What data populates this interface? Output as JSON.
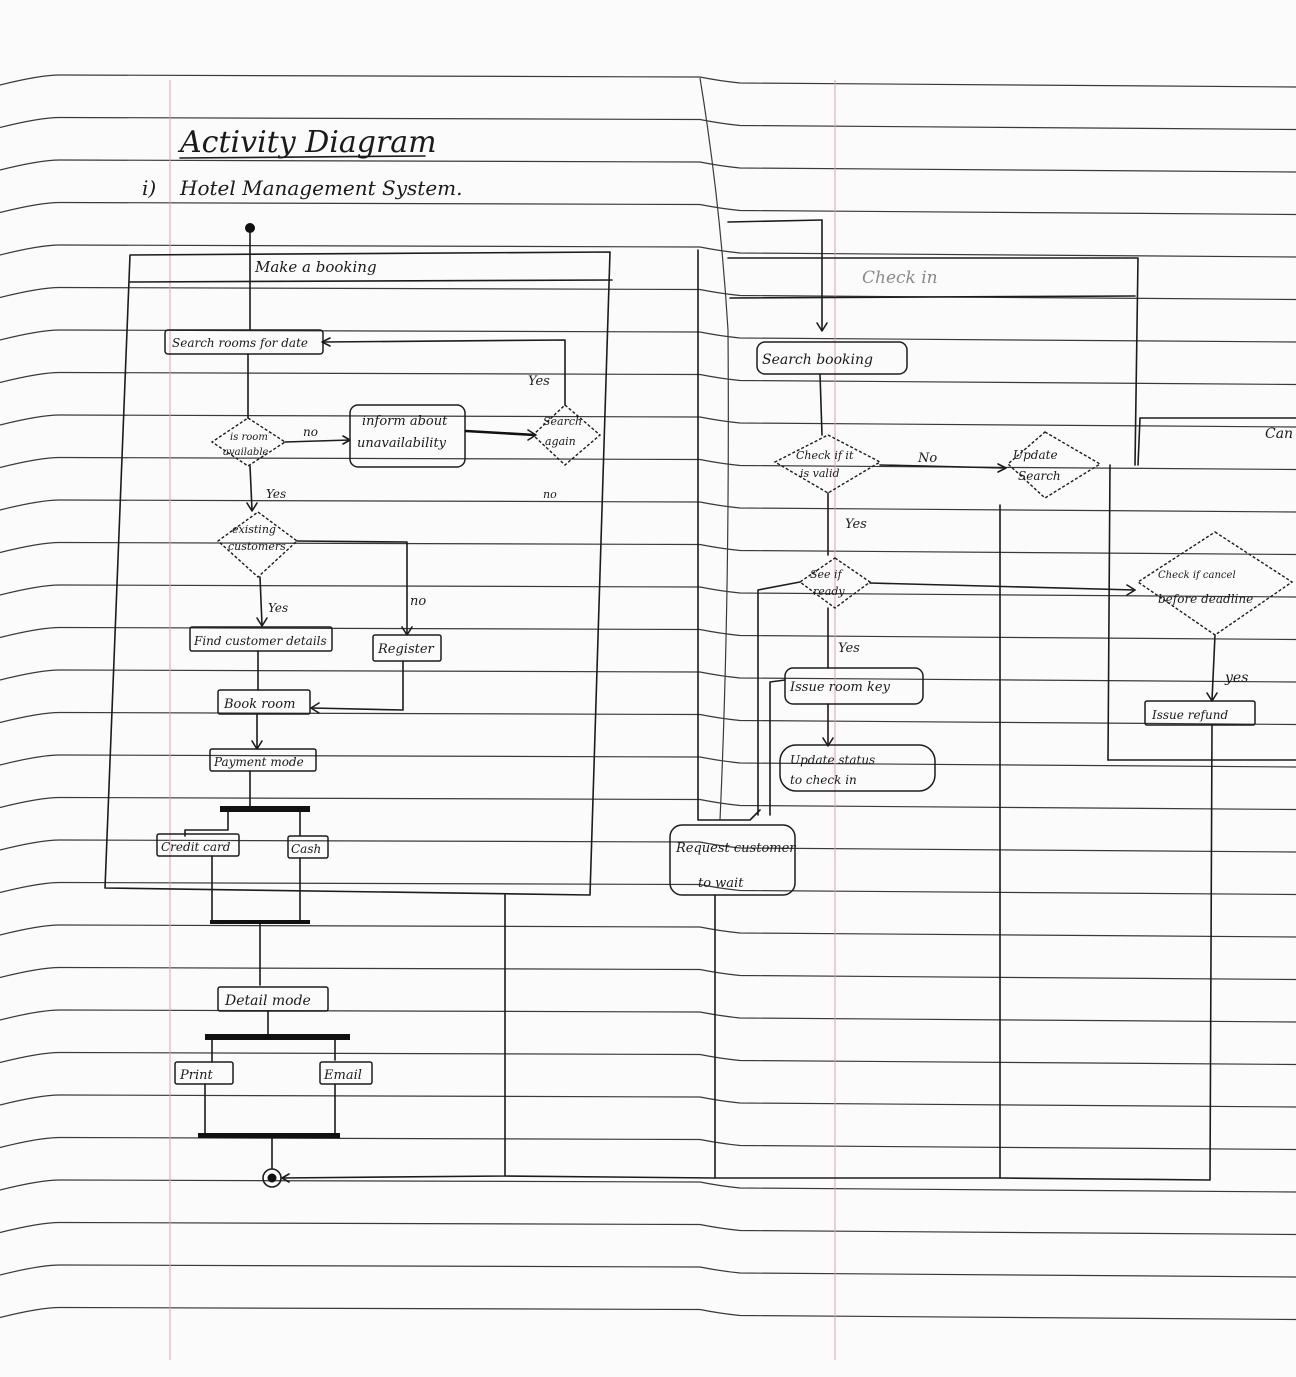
{
  "title": "Activity Diagram",
  "subtitle": "Hotel Management System.",
  "subtitle_prefix": "i)",
  "swimlanes": {
    "booking": "Make a booking",
    "checkin": "Check in",
    "cancel": "Can"
  },
  "nodes": {
    "search_rooms": "Search rooms for date",
    "is_room_available": [
      "is room",
      "available"
    ],
    "inform_unavailability": [
      "inform about",
      "unavailability"
    ],
    "search_again": [
      "Search",
      "again"
    ],
    "existing_customer": [
      "existing",
      "customers"
    ],
    "find_customer_details": "Find customer details",
    "register": "Register",
    "book_room": "Book room",
    "payment_mode": "Payment mode",
    "credit_card": "Credit card",
    "cash": "Cash",
    "detail_mode": "Detail mode",
    "print": "Print",
    "email": "Email",
    "search_booking": "Search booking",
    "check_if_valid": [
      "Check if it",
      "is valid"
    ],
    "update_search": [
      "Update",
      "Search"
    ],
    "see_if_ready": [
      "See if",
      "ready"
    ],
    "issue_room_key": "Issue room key",
    "update_status": [
      "Update status",
      "to check in"
    ],
    "request_wait": [
      "Request customer",
      "to wait"
    ],
    "check_cancel": [
      "Check if cancel",
      "before deadline"
    ],
    "issue_refund": "Issue refund"
  },
  "edge_labels": {
    "no_1": "no",
    "yes_1": "Yes",
    "yes_again": "Yes",
    "no_again": "no",
    "yes_existing": "Yes",
    "no_existing": "no",
    "no_valid": "No",
    "yes_valid": "Yes",
    "yes_ready": "Yes",
    "yes_cancel": "yes"
  }
}
